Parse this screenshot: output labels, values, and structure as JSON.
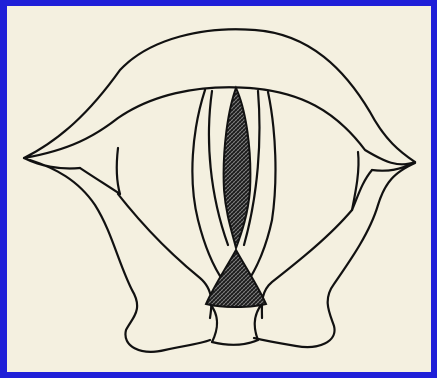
{
  "figure": {
    "frame_color": "#1f1fd8",
    "paper_color": "#f4f0e0",
    "ink_color": "#111111",
    "shading": "crosshatch",
    "parts": [
      {
        "id": "epiglottis",
        "kind": "outline"
      },
      {
        "id": "left-vestibular-fold",
        "kind": "outline"
      },
      {
        "id": "right-vestibular-fold",
        "kind": "outline"
      },
      {
        "id": "left-vocal-fold",
        "kind": "outline"
      },
      {
        "id": "right-vocal-fold",
        "kind": "outline"
      },
      {
        "id": "glottis-intermembranous",
        "kind": "shaded"
      },
      {
        "id": "glottis-intercartilaginous",
        "kind": "shaded"
      },
      {
        "id": "left-aryepiglottic-fold",
        "kind": "outline"
      },
      {
        "id": "right-aryepiglottic-fold",
        "kind": "outline"
      },
      {
        "id": "left-arytenoid",
        "kind": "outline"
      },
      {
        "id": "right-arytenoid",
        "kind": "outline"
      }
    ]
  }
}
